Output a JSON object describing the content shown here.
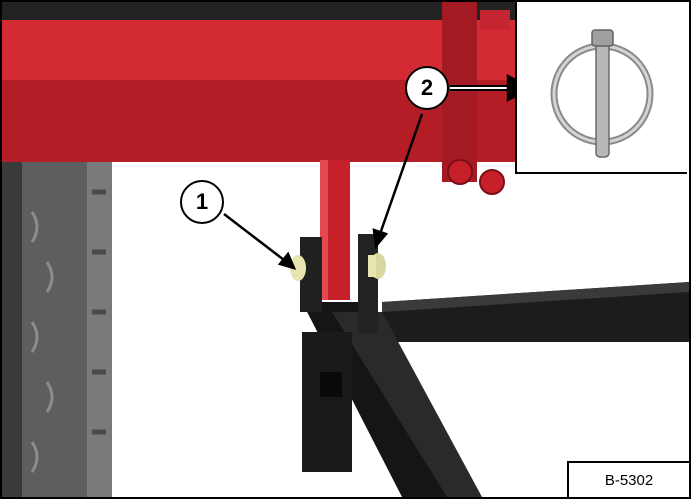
{
  "callouts": {
    "one": "1",
    "two": "2"
  },
  "figure_id": "B-5302",
  "colors": {
    "frame_red": "#c8202a",
    "frame_dark": "#121212",
    "tire": "#5a5a5a",
    "pin": "#e8e6b0"
  },
  "icons": {
    "inset": "lynch-pin-icon"
  }
}
